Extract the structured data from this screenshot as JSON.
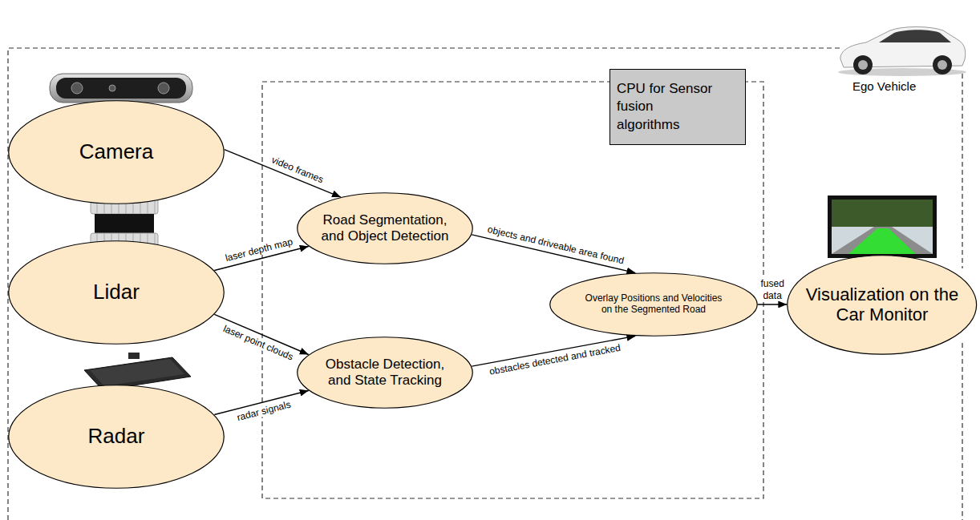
{
  "diagram": {
    "nodes": [
      {
        "text": [
          "CPU for Sensor fusion algorithms"
        ]
      },
      {
        "text": [
          "Camera"
        ]
      },
      {
        "text": [
          "Lidar"
        ]
      },
      {
        "text": [
          "Radar"
        ]
      },
      {
        "text": [
          "Road Segmentation, and Object Detection"
        ]
      },
      {
        "text": [
          "Obstacle Detection, and State Tracking"
        ]
      },
      {
        "text": [
          "Overlay Positions and Velocities on the Segmented Road"
        ]
      },
      {
        "text": [
          "Visualization on the Car Monitor"
        ]
      }
    ],
    "edges": [
      {
        "from": 1,
        "to": 4,
        "arrow": "to",
        "label": "video frames"
      },
      {
        "from": 2,
        "to": 4,
        "arrow": "to",
        "label": "laser depth map"
      },
      {
        "from": 2,
        "to": 5,
        "arrow": "to",
        "label": "laser point clouds"
      },
      {
        "from": 3,
        "to": 5,
        "arrow": "to",
        "label": "radar signals"
      },
      {
        "from": 4,
        "to": 6,
        "arrow": "to",
        "label": "objects and driveable area found"
      },
      {
        "from": 5,
        "to": 6,
        "arrow": "to",
        "label": "obstacles detected and tracked"
      },
      {
        "from": 6,
        "to": 7,
        "arrow": "to",
        "label": "fused data"
      }
    ],
    "labels": [
      "Ego Vehicle"
    ]
  }
}
